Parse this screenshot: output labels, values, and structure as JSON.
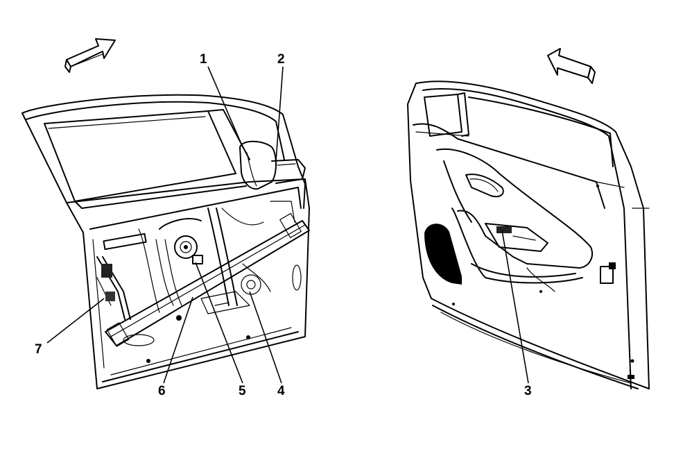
{
  "callouts": {
    "c1": "1",
    "c2": "2",
    "c3": "3",
    "c4": "4",
    "c5": "5",
    "c6": "6",
    "c7": "7"
  },
  "icons": {
    "left_arrow": "front-direction-arrow-icon",
    "right_arrow": "front-direction-arrow-icon"
  },
  "colors": {
    "line": "#000000",
    "background": "#ffffff"
  }
}
